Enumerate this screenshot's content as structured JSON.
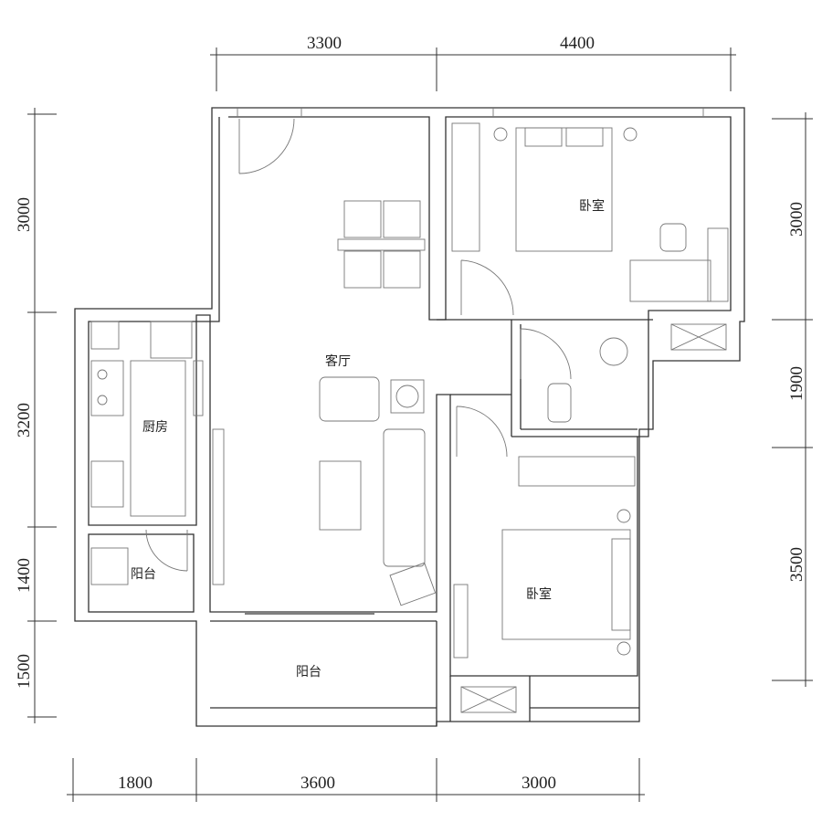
{
  "dimensions": {
    "top": [
      "3300",
      "4400"
    ],
    "left": [
      "3000",
      "3200",
      "1400",
      "1500"
    ],
    "right": [
      "3000",
      "1900",
      "3500"
    ],
    "bottom": [
      "1800",
      "3600",
      "3000"
    ]
  },
  "rooms": {
    "bedroom_top": "卧室",
    "living_room": "客厅",
    "kitchen": "厨房",
    "balcony_small": "阳台",
    "bedroom_bottom": "卧室",
    "balcony_main": "阳台"
  }
}
